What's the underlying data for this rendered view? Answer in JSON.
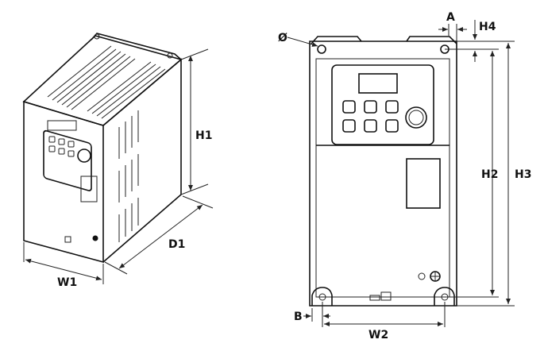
{
  "iso_view": {
    "labels": {
      "width": "W1",
      "depth": "D1",
      "height": "H1"
    }
  },
  "front_view": {
    "labels": {
      "hole_diameter": "Ø",
      "top_offset": "A",
      "top_gap": "H4",
      "inner_height": "H2",
      "total_height": "H3",
      "bottom_offset": "B",
      "hole_spacing": "W2"
    }
  },
  "colors": {
    "line": "#111111",
    "background": "#ffffff"
  }
}
